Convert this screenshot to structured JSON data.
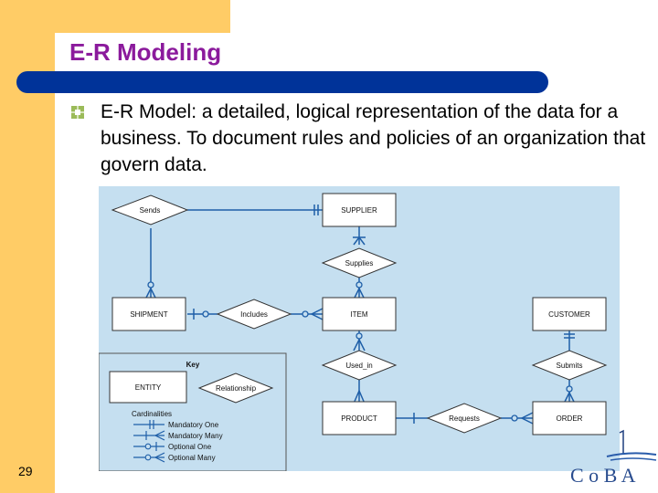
{
  "slide": {
    "title": "E-R Modeling",
    "bullet": "E-R Model: a detailed, logical representation of the data for a business. To document rules and policies of an organization that govern data.",
    "page_number": "29"
  },
  "diagram": {
    "entities": {
      "supplier": "SUPPLIER",
      "shipment": "SHIPMENT",
      "item": "ITEM",
      "customer": "CUSTOMER",
      "product": "PRODUCT",
      "order": "ORDER"
    },
    "relationships": {
      "sends": "Sends",
      "supplies": "Supplies",
      "includes": "Includes",
      "used_in": "Used_in",
      "submits": "Submits",
      "requests": "Requests"
    },
    "key": {
      "title": "Key",
      "entity": "ENTITY",
      "relationship": "Relationship",
      "cardinalities_label": "Cardinalities",
      "mandatory_one": "Mandatory One",
      "mandatory_many": "Mandatory Many",
      "optional_one": "Optional One",
      "optional_many": "Optional Many"
    }
  },
  "logo": {
    "text": "C o B A"
  },
  "colors": {
    "accent_band": "#ffcc66",
    "title": "#8b1a9c",
    "bar": "#003399",
    "diagram_bg": "#c5dff0",
    "line": "#1f5fa8"
  }
}
